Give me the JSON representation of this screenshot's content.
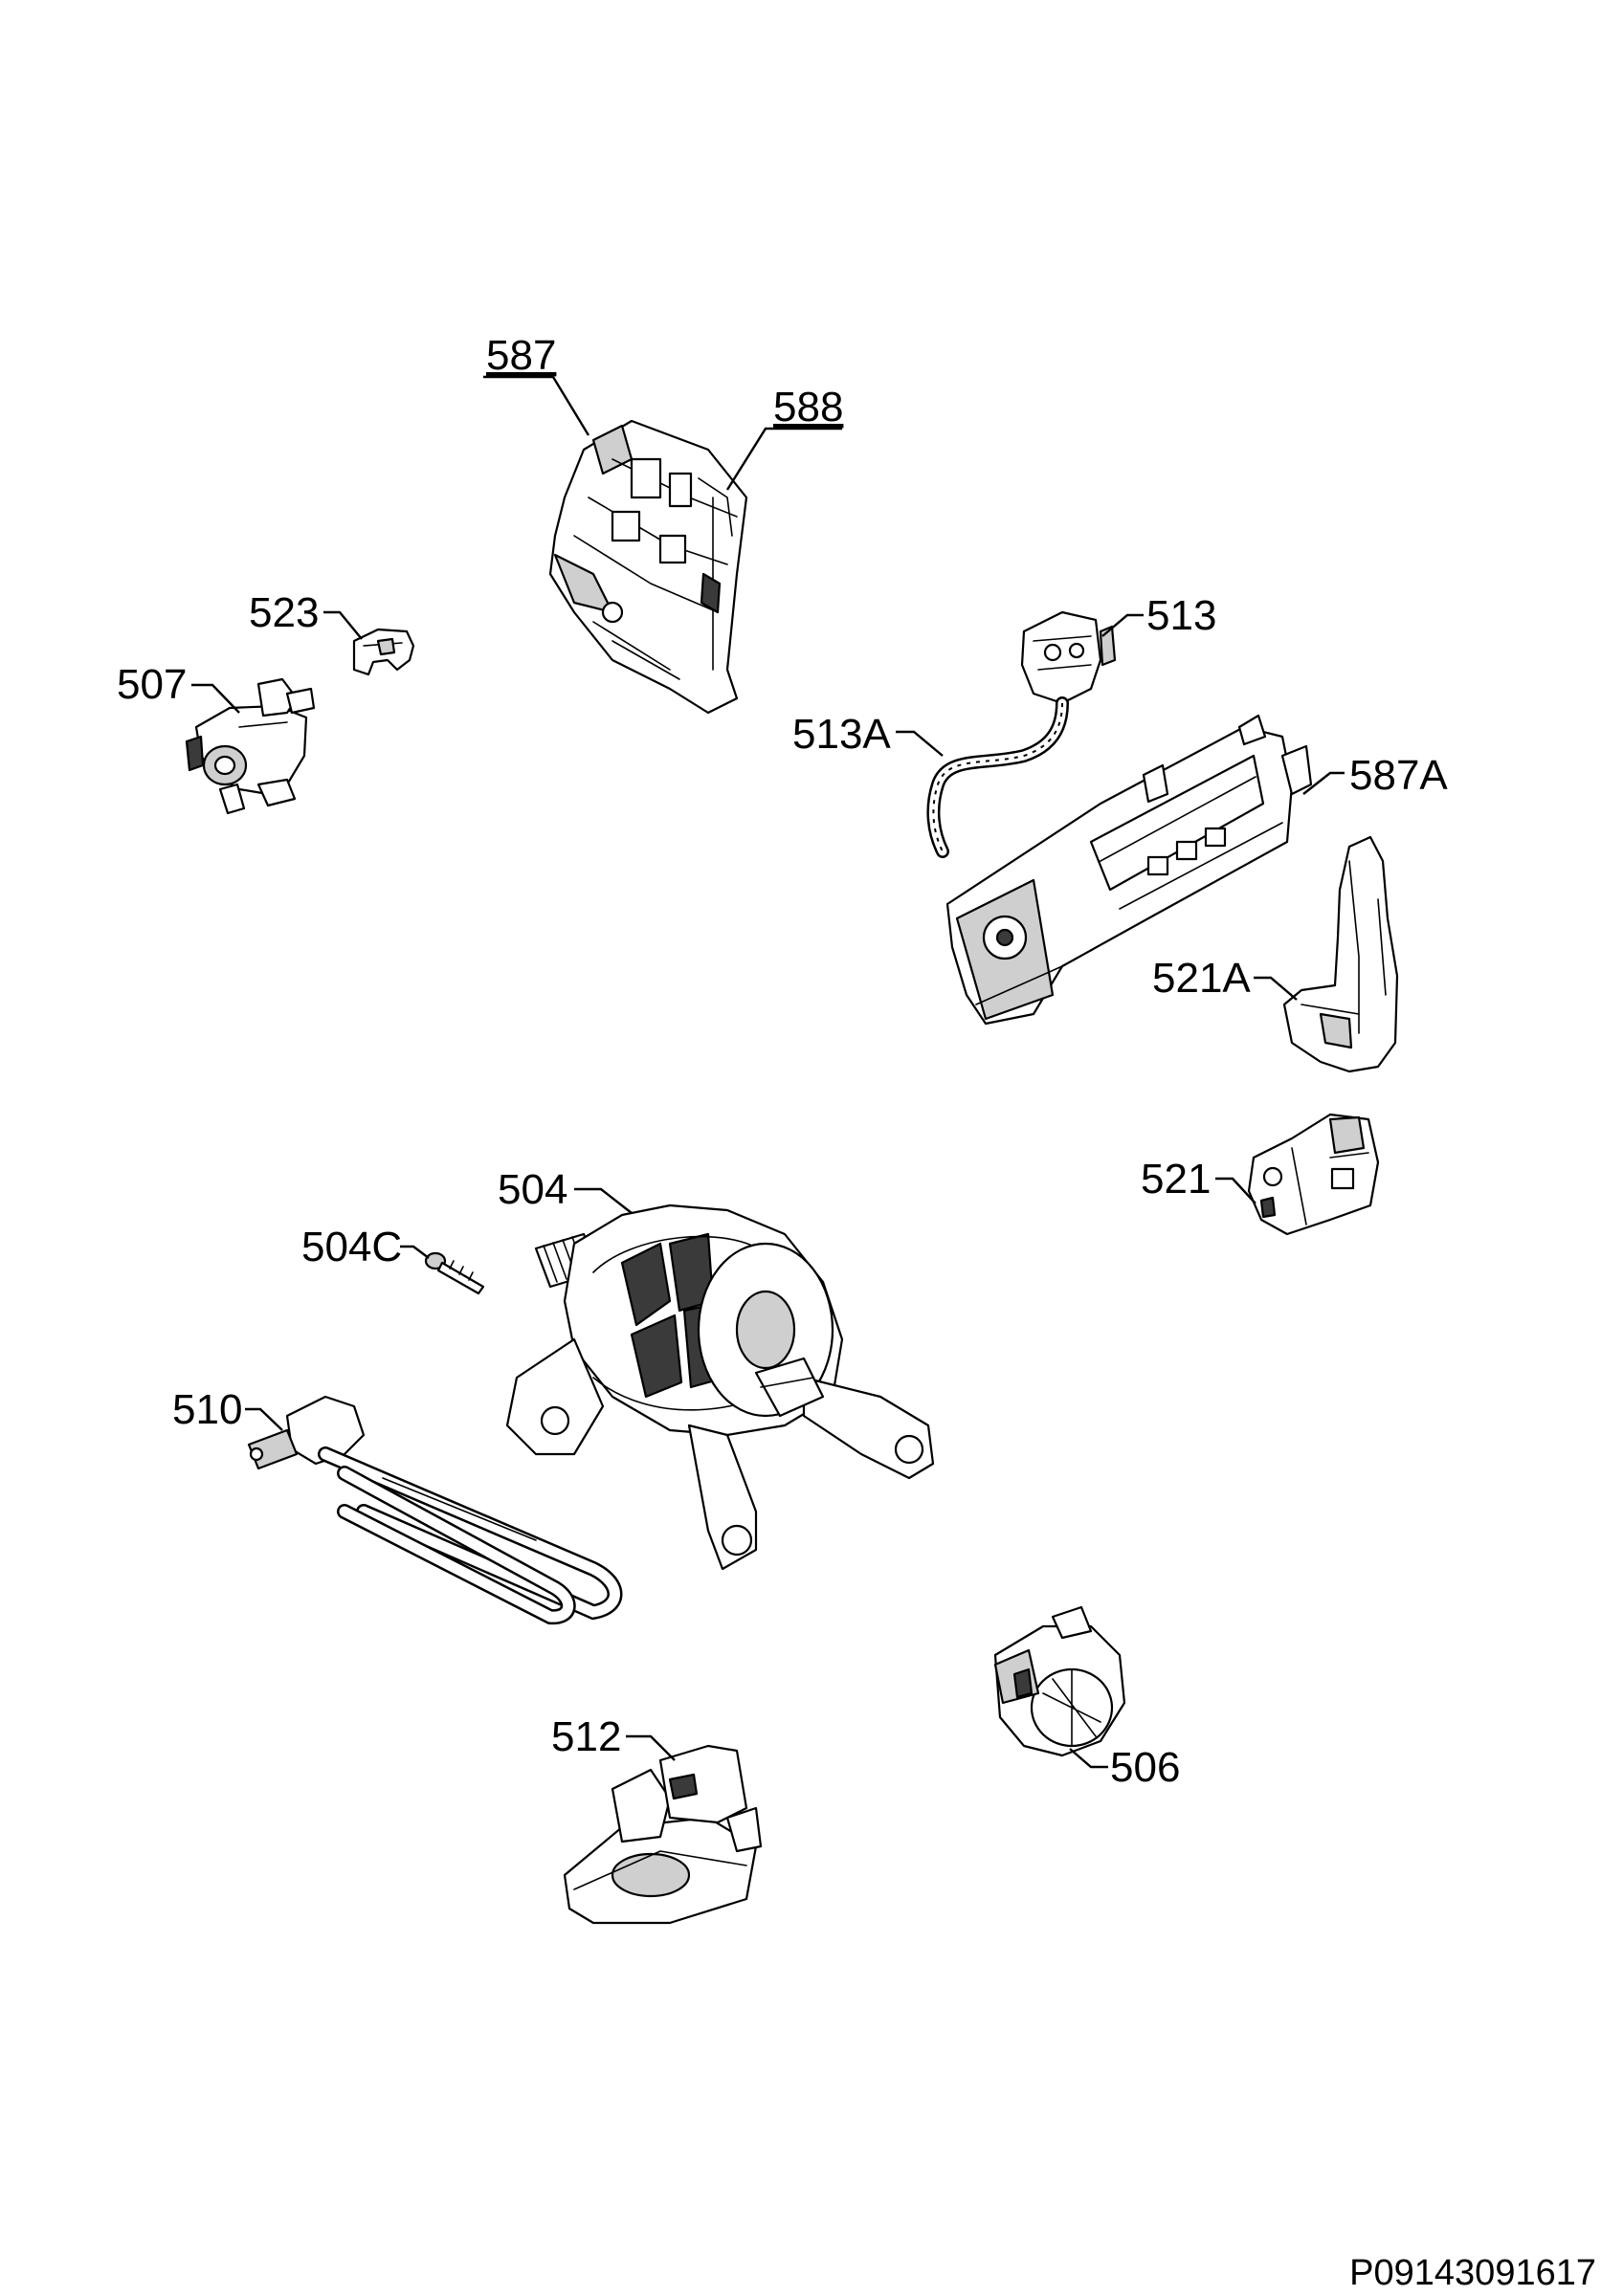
{
  "diagram": {
    "doc_id": "P09143091617",
    "labels": {
      "p587": "587",
      "p588": "588",
      "p523": "523",
      "p507": "507",
      "p513": "513",
      "p513a": "513A",
      "p587a": "587A",
      "p521a": "521A",
      "p521": "521",
      "p504": "504",
      "p504c": "504C",
      "p510": "510",
      "p512": "512",
      "p506": "506"
    },
    "underlined_labels": [
      "587",
      "588"
    ]
  }
}
